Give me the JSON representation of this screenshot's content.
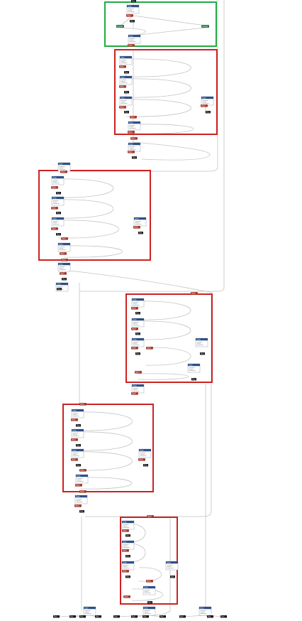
{
  "diagram": {
    "kind": "neural-network-graph",
    "highlight_colors": {
      "group_red": "#cc2222",
      "group_green": "#22aa44"
    },
    "node_colors": {
      "conv_header": "#2d4f86",
      "relu": "#a33a2e",
      "pool": "#111111",
      "concat": "#2f7a4a"
    },
    "edge_color": "#c4c4c4",
    "node_labels": {
      "conv": "Conv",
      "relu": "ReLU",
      "pool": "Pool",
      "concat": "Concat"
    },
    "groups": [
      {
        "id": "g1",
        "color": "green"
      },
      {
        "id": "g2",
        "color": "red"
      },
      {
        "id": "g3",
        "color": "red"
      },
      {
        "id": "g4",
        "color": "red"
      },
      {
        "id": "g5",
        "color": "red"
      },
      {
        "id": "g6",
        "color": "red"
      }
    ]
  }
}
